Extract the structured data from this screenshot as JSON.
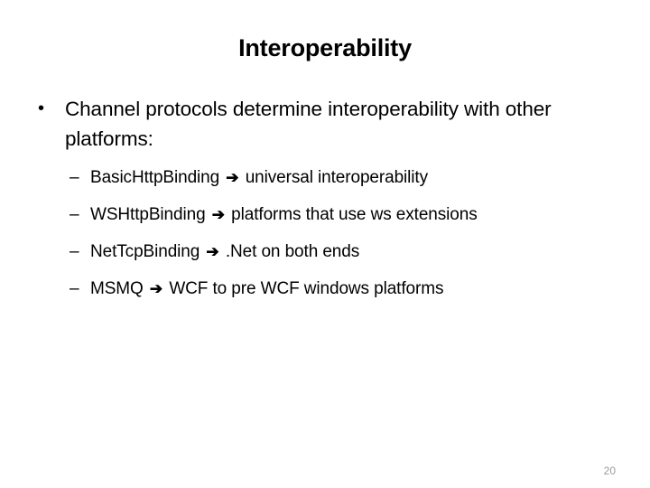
{
  "slide": {
    "title": "Interoperability",
    "background_color": "#ffffff",
    "text_color": "#000000",
    "page_number": "20",
    "page_number_color": "#9a9a9a",
    "bullet_marker": "•",
    "sub_bullet_marker": "–",
    "arrow_marker": "➔",
    "main_bullet": {
      "text": "Channel protocols determine interoperability with other platforms:"
    },
    "sub_bullets": [
      {
        "binding": "BasicHttpBinding",
        "description": "universal interoperability"
      },
      {
        "binding": "WSHttpBinding",
        "description": "platforms that use ws extensions"
      },
      {
        "binding": "NetTcpBinding",
        "description": ".Net on both ends"
      },
      {
        "binding": "MSMQ",
        "description": "WCF to pre WCF windows platforms"
      }
    ]
  }
}
